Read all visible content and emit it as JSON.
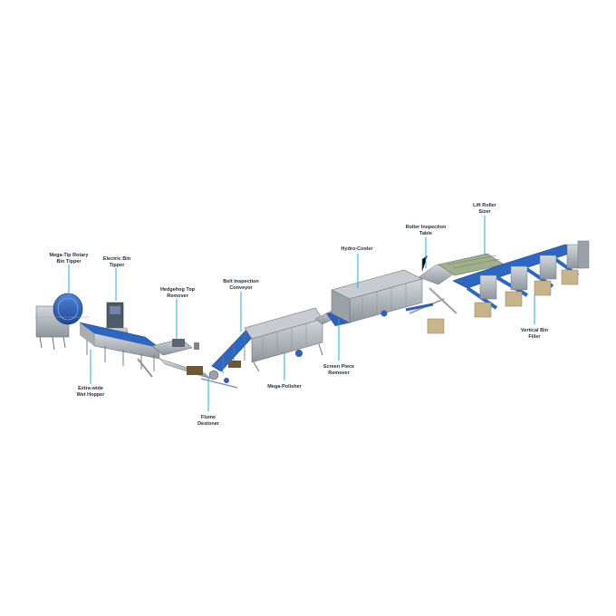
{
  "labels": {
    "mega_tip": "Mega-Tip Rotary\nBin Tipper",
    "electric_bin": "Electric Bin\nTipper",
    "hedgehog": "Hedgehog Top\nRemover",
    "belt_inspection": "Belt Inspection\nConveyor",
    "hydro_cooler": "Hydro-Cooler",
    "roller_inspection": "Roller Inspection\nTable",
    "lift_roller": "Lift Roller\nSizer",
    "extra_wide": "Extra-wide\nWet Hopper",
    "flume": "Flume\nDestoner",
    "mega_polisher": "Mega-Polisher",
    "screen_piece": "Screen Piece\nRemover",
    "vertical_bin": "Vertical Bin\nFiller"
  },
  "colors": {
    "callout_line": "#29a9e0",
    "steel": "#b9bec4",
    "steel_dark": "#7d848c",
    "blue_accent": "#2f5fb8",
    "label_text": "#1e2b3a"
  }
}
